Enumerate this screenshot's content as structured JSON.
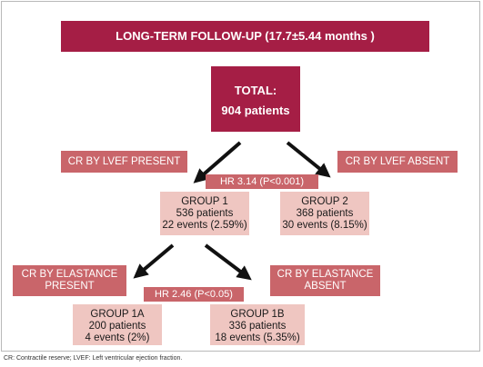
{
  "header": {
    "title": "LONG-TERM FOLLOW-UP (17.7±5.44 months )"
  },
  "total": {
    "label": "TOTAL:",
    "count": "904 patients"
  },
  "level1": {
    "left_label": "CR BY LVEF PRESENT",
    "right_label": "CR BY LVEF ABSENT",
    "hr": "HR 3.14 (P<0.001)",
    "group1": {
      "name": "GROUP 1",
      "patients": "536 patients",
      "events": "22 events (2.59%)"
    },
    "group2": {
      "name": "GROUP 2",
      "patients": "368 patients",
      "events": "30 events (8.15%)"
    }
  },
  "level2": {
    "left_label_line1": "CR BY ELASTANCE",
    "left_label_line2": "PRESENT",
    "right_label_line1": "CR BY ELASTANCE",
    "right_label_line2": "ABSENT",
    "hr": "HR 2.46 (P<0.05)",
    "group1a": {
      "name": "GROUP 1A",
      "patients": "200 patients",
      "events": "4 events (2%)"
    },
    "group1b": {
      "name": "GROUP 1B",
      "patients": "336 patients",
      "events": "18 events (5.35%)"
    }
  },
  "footer": "CR: Contractile reserve; LVEF: Left ventricular ejection fraction.",
  "colors": {
    "dark": "#a51e45",
    "mid": "#c9656a",
    "light": "#efc6c1"
  }
}
